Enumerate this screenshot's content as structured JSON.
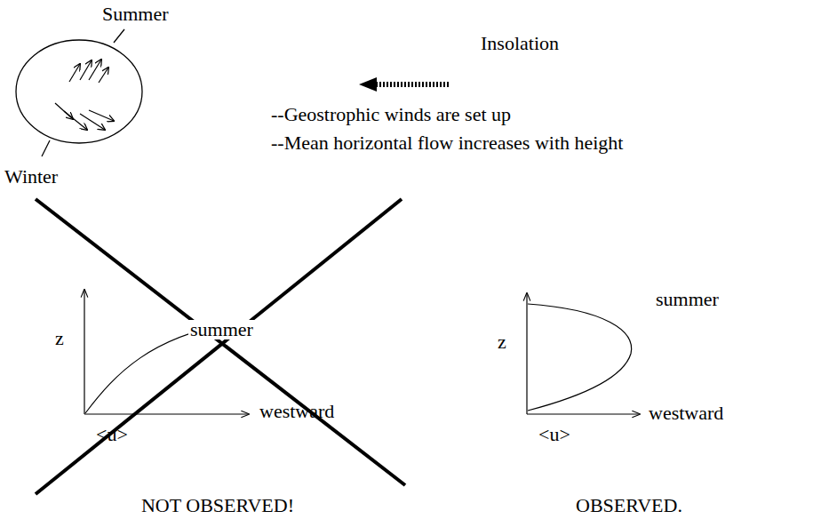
{
  "diagram": {
    "labels": [
      "Summer",
      "Insolation",
      "--Geostrophic winds are set up",
      "--Mean horizontal flow increases with height",
      "Winter",
      "z",
      "summer",
      "westward",
      "<u>",
      "NOT OBSERVED!",
      "z",
      "summer",
      "westward",
      "<u>",
      "OBSERVED."
    ]
  }
}
